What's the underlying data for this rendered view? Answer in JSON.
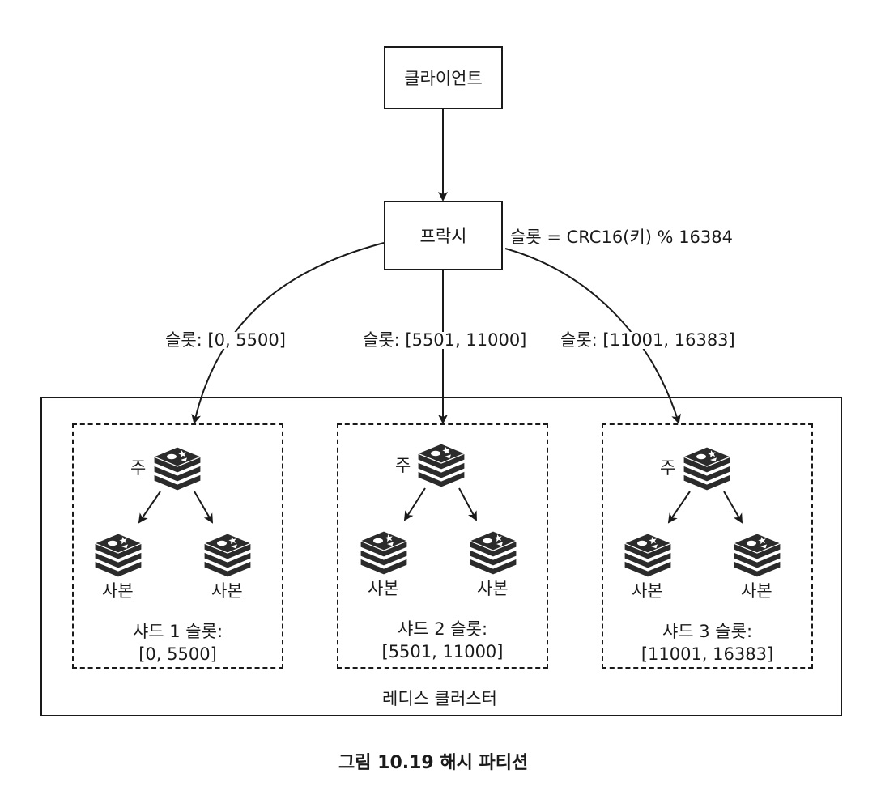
{
  "client": {
    "label": "클라이언트"
  },
  "proxy": {
    "label": "프락시",
    "formula": "슬롯 = CRC16(키) % 16384"
  },
  "routes": [
    {
      "label": "슬롯: [0, 5500]"
    },
    {
      "label": "슬롯: [5501, 11000]"
    },
    {
      "label": "슬롯: [11001, 16383]"
    }
  ],
  "shards": [
    {
      "primary": "주",
      "replica_a": "사본",
      "replica_b": "사본",
      "caption_line1": "샤드 1 슬롯:",
      "caption_line2": "[0, 5500]"
    },
    {
      "primary": "주",
      "replica_a": "사본",
      "replica_b": "사본",
      "caption_line1": "샤드 2 슬롯:",
      "caption_line2": "[5501, 11000]"
    },
    {
      "primary": "주",
      "replica_a": "사본",
      "replica_b": "사본",
      "caption_line1": "샤드 3 슬롯:",
      "caption_line2": "[11001, 16383]"
    }
  ],
  "cluster": {
    "label": "레디스 클러스터"
  },
  "figure": {
    "number": "그림 10.19",
    "title": "해시 파티션"
  },
  "icons": {
    "node": "redis-server-icon"
  }
}
